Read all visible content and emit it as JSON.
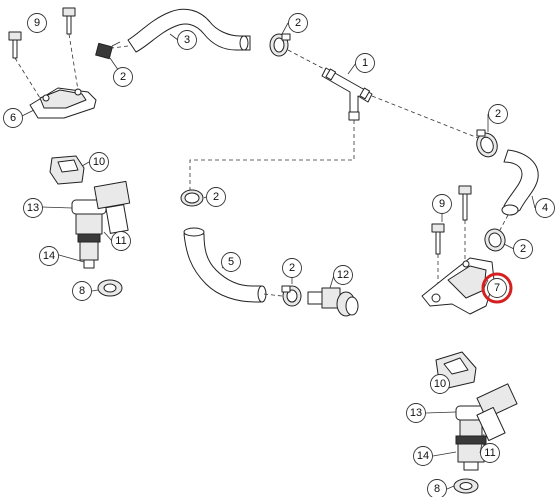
{
  "callouts": [
    {
      "id": "c9a",
      "label": "9"
    },
    {
      "id": "c2a",
      "label": "2"
    },
    {
      "id": "c6",
      "label": "6"
    },
    {
      "id": "c3",
      "label": "3"
    },
    {
      "id": "c2b",
      "label": "2"
    },
    {
      "id": "c1",
      "label": "1"
    },
    {
      "id": "c2c",
      "label": "2"
    },
    {
      "id": "c10a",
      "label": "10"
    },
    {
      "id": "c13a",
      "label": "13"
    },
    {
      "id": "c11a",
      "label": "11"
    },
    {
      "id": "c14a",
      "label": "14"
    },
    {
      "id": "c8a",
      "label": "8"
    },
    {
      "id": "c2d",
      "label": "2"
    },
    {
      "id": "c5",
      "label": "5"
    },
    {
      "id": "c2e",
      "label": "2"
    },
    {
      "id": "c12",
      "label": "12"
    },
    {
      "id": "c9b",
      "label": "9"
    },
    {
      "id": "c4",
      "label": "4"
    },
    {
      "id": "c2f",
      "label": "2"
    },
    {
      "id": "c7",
      "label": "7"
    },
    {
      "id": "c10b",
      "label": "10"
    },
    {
      "id": "c13b",
      "label": "13"
    },
    {
      "id": "c14b",
      "label": "14"
    },
    {
      "id": "c11b",
      "label": "11"
    },
    {
      "id": "c8b",
      "label": "8"
    }
  ],
  "highlight": {
    "callout": "c7",
    "color": "#d42020"
  }
}
